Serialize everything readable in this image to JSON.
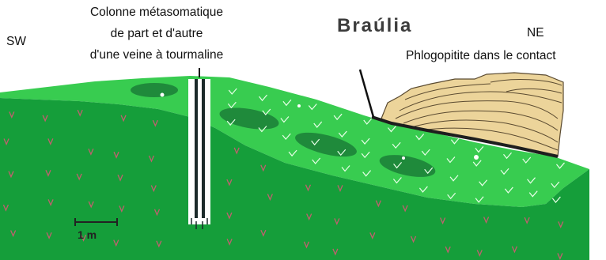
{
  "title": "Braúlia",
  "orientation": {
    "left": "SW",
    "right": "NE"
  },
  "labels": {
    "column_line1": "Colonne métasomatique",
    "column_line2": "de part et d'autre",
    "column_line3": "d'une veine à tourmaline",
    "contact": "Phlogopitite dans le contact"
  },
  "scale_bar": {
    "label": "1 m"
  },
  "colors": {
    "rock_top": "#38cc50",
    "rock_front": "#159e3a",
    "lens": "#1f8a3b",
    "sediment": "#ecd49a",
    "sediment_lines": "#5a4a30",
    "contact": "#1e1e1e",
    "vein": "#ffffff",
    "v_marks": "#c0606e"
  }
}
